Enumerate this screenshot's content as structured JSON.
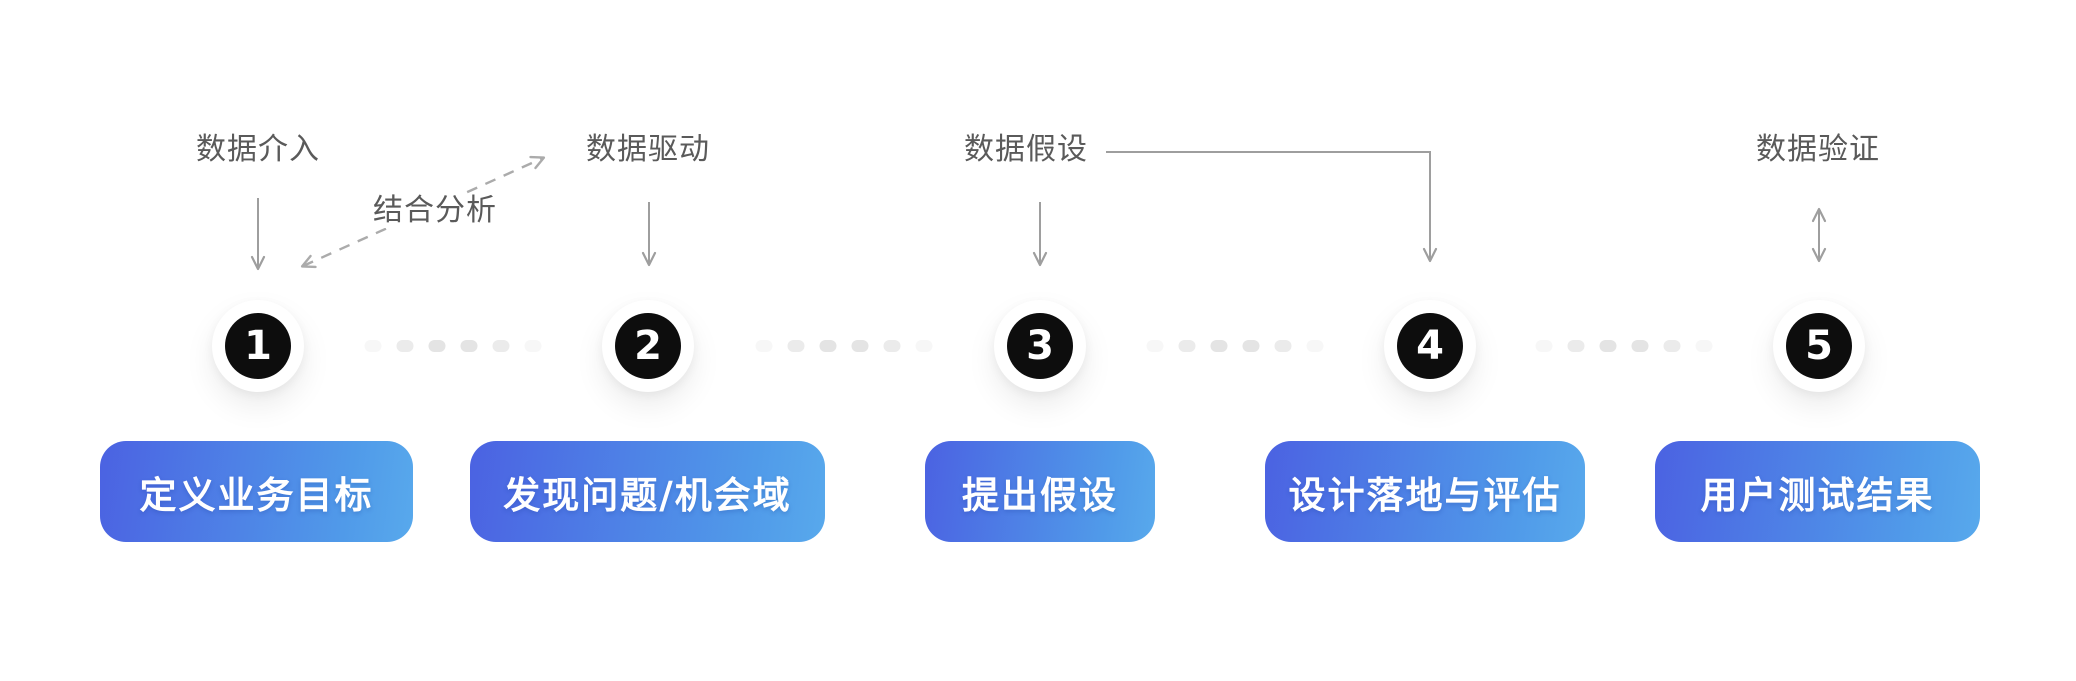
{
  "diagram": {
    "combined_annotation": "结合分析"
  },
  "steps": [
    {
      "number": "1",
      "annotation": "数据介入",
      "label": "定义业务目标"
    },
    {
      "number": "2",
      "annotation": "数据驱动",
      "label": "发现问题/机会域"
    },
    {
      "number": "3",
      "annotation": "数据假设",
      "label": "提出假设"
    },
    {
      "number": "4",
      "annotation": "",
      "label": "设计落地与评估"
    },
    {
      "number": "5",
      "annotation": "数据验证",
      "label": "用户测试结果"
    }
  ],
  "colors": {
    "background": "#ffffff",
    "pill_gradient_start": "#4b62e2",
    "pill_gradient_end": "#58a9ec",
    "pill_text": "#ffffff",
    "node_fill": "#0d0d0d",
    "node_ring": "#ffffff",
    "node_number_text": "#ffffff",
    "annotation_text": "#5a5a5a",
    "solid_arrow": "#9e9e9e",
    "dashed_arrow": "#ababab",
    "dot_connector": "#e4e4e4"
  }
}
